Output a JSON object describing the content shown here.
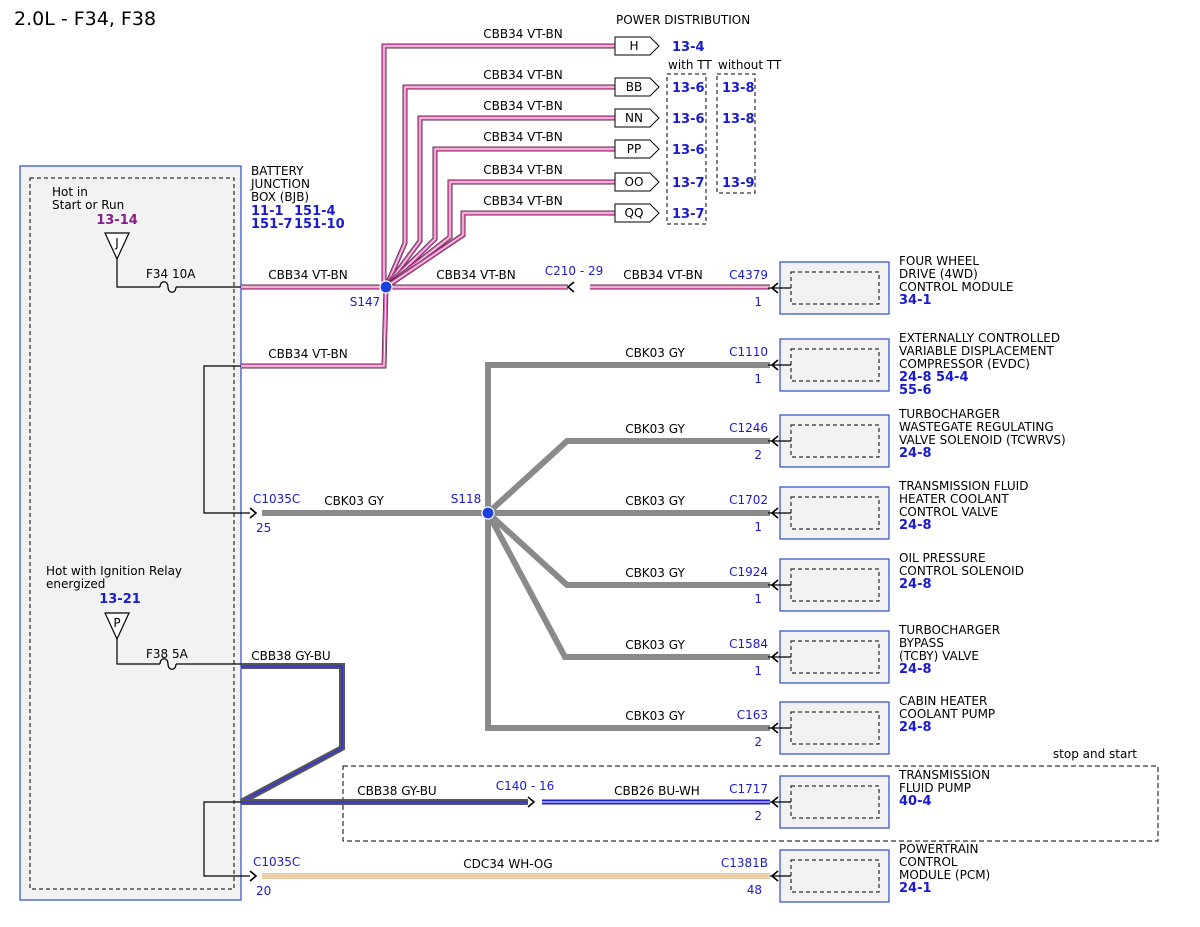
{
  "title": "2.0L - F34, F38",
  "colors": {
    "vt_bn": "#e060b0",
    "gy": "#8a8a8a",
    "gy_bu": "#3a3ad0",
    "bu_wh": "#2020d0",
    "wh_og": "#f0c080",
    "ref_blue": "#1a1ad0",
    "ref_purple": "#8a1a8a",
    "module_fill": "#f2f2f2",
    "module_border": "#2a4ad0"
  },
  "bjb": {
    "name_lines": [
      "BATTERY",
      "JUNCTION",
      "BOX (BJB)"
    ],
    "refs_row1": [
      "11-1",
      "151-4"
    ],
    "refs_row2": [
      "151-7",
      "151-10"
    ],
    "hot_start_run_lines": [
      "Hot in",
      "Start or Run"
    ],
    "hot_start_run_ref": "13-14",
    "terminal_j": "J",
    "fuse_f34": "F34  10A",
    "hot_ign_relay_lines": [
      "Hot with Ignition Relay",
      "energized"
    ],
    "hot_ign_relay_ref": "13-21",
    "terminal_p": "P",
    "fuse_f38": "F38  5A"
  },
  "power_distribution": {
    "title": "POWER DISTRIBUTION",
    "with_tt": "with TT",
    "without_tt": "without TT",
    "wire_label": "CBB34  VT-BN",
    "rows": [
      {
        "pin": "H",
        "ref": "13-4",
        "ref_alt": ""
      },
      {
        "pin": "BB",
        "ref": "13-6",
        "ref_alt": "13-8"
      },
      {
        "pin": "NN",
        "ref": "13-6",
        "ref_alt": "13-8"
      },
      {
        "pin": "PP",
        "ref": "13-6",
        "ref_alt": ""
      },
      {
        "pin": "OO",
        "ref": "13-7",
        "ref_alt": "13-9"
      },
      {
        "pin": "QQ",
        "ref": "13-7",
        "ref_alt": ""
      }
    ]
  },
  "wires": {
    "vt_bn": "CBB34  VT-BN",
    "gy": "CBK03  GY",
    "gy_bu": "CBB38  GY-BU",
    "bu_wh": "CBB26  BU-WH",
    "wh_og": "CDC34  WH-OG"
  },
  "splices": {
    "s147": "S147",
    "s118": "S118"
  },
  "connectors": {
    "c210": "C210 - 29",
    "c1035c_a": "C1035C",
    "c1035c_a_pin": "25",
    "c1035c_b": "C1035C",
    "c1035c_b_pin": "20",
    "c140": "C140 - 16"
  },
  "stop_start": "stop and start",
  "modules": [
    {
      "connector": "C4379",
      "pin": "1",
      "name_lines": [
        "FOUR WHEEL",
        "DRIVE (4WD)",
        "CONTROL MODULE"
      ],
      "refs": [
        "34-1"
      ]
    },
    {
      "connector": "C1110",
      "pin": "1",
      "name_lines": [
        "EXTERNALLY CONTROLLED",
        "VARIABLE DISPLACEMENT",
        "COMPRESSOR (EVDC)"
      ],
      "refs": [
        "24-8  54-4",
        "55-6"
      ]
    },
    {
      "connector": "C1246",
      "pin": "2",
      "name_lines": [
        "TURBOCHARGER",
        "WASTEGATE REGULATING",
        "VALVE SOLENOID (TCWRVS)"
      ],
      "refs": [
        "24-8"
      ]
    },
    {
      "connector": "C1702",
      "pin": "1",
      "name_lines": [
        "TRANSMISSION FLUID",
        "HEATER COOLANT",
        "CONTROL VALVE"
      ],
      "refs": [
        "24-8"
      ]
    },
    {
      "connector": "C1924",
      "pin": "1",
      "name_lines": [
        "OIL PRESSURE",
        "CONTROL SOLENOID"
      ],
      "refs": [
        "24-8"
      ]
    },
    {
      "connector": "C1584",
      "pin": "1",
      "name_lines": [
        "TURBOCHARGER",
        "BYPASS",
        "(TCBY) VALVE"
      ],
      "refs": [
        "24-8"
      ]
    },
    {
      "connector": "C163",
      "pin": "2",
      "name_lines": [
        "CABIN HEATER",
        "COOLANT PUMP"
      ],
      "refs": [
        "24-8"
      ]
    },
    {
      "connector": "C1717",
      "pin": "2",
      "name_lines": [
        "TRANSMISSION",
        "FLUID PUMP"
      ],
      "refs": [
        "40-4"
      ]
    },
    {
      "connector": "C1381B",
      "pin": "48",
      "name_lines": [
        "POWERTRAIN",
        "CONTROL",
        "MODULE (PCM)"
      ],
      "refs": [
        "24-1"
      ]
    }
  ]
}
